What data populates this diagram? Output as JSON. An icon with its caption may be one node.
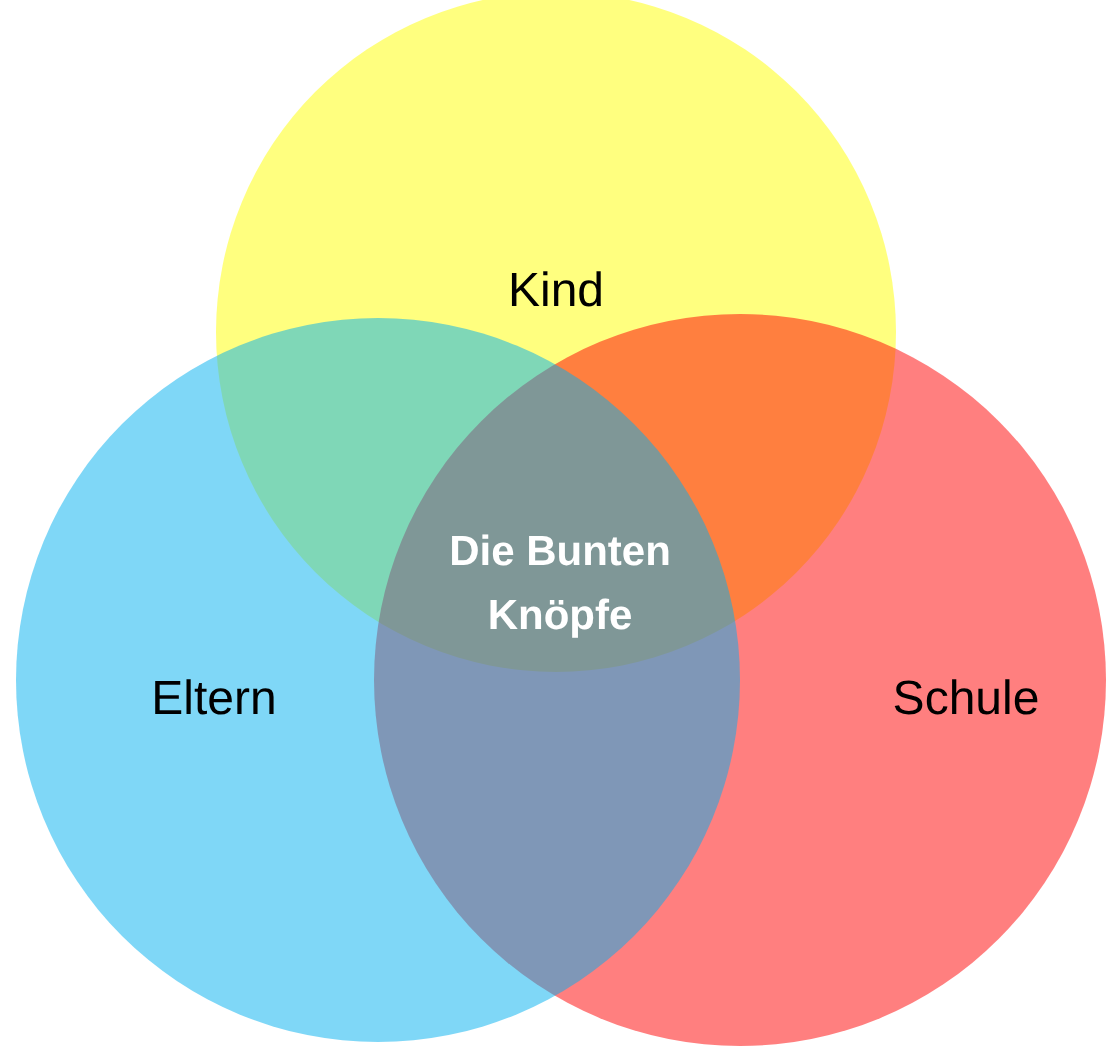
{
  "diagram": {
    "nodes": [
      {
        "text": [
          "Kind"
        ]
      },
      {
        "text": [
          "Eltern"
        ]
      },
      {
        "text": [
          "Schule"
        ]
      }
    ],
    "labels": [
      "Die Bunten Knöpfe"
    ]
  }
}
